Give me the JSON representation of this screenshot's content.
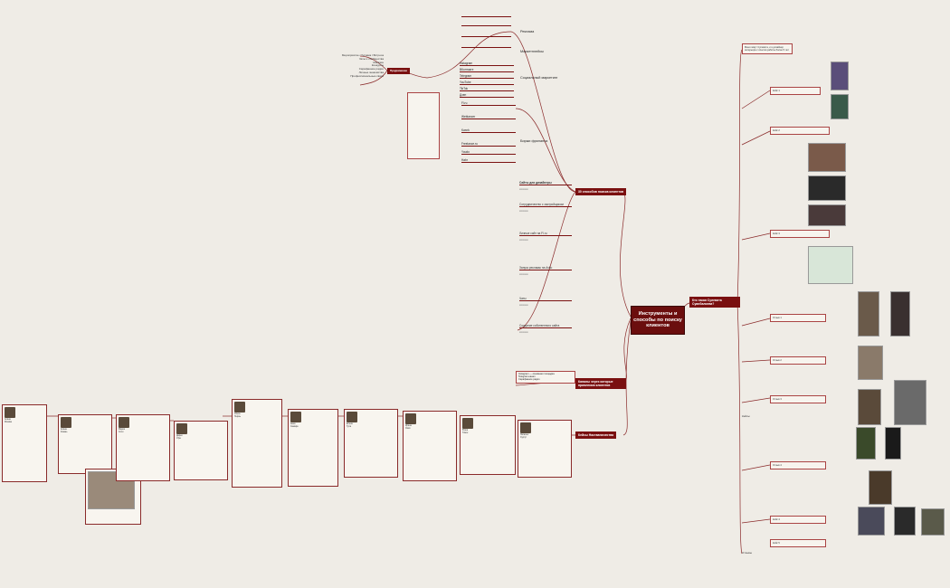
{
  "central": {
    "title": "Инструменты и способы по поиску клиентов"
  },
  "branches": {
    "ways": "30 способов поиска клиентов",
    "channels": "Каналы через которые привлекаю клиентов",
    "mentoring": "Кейсы Наставничества",
    "who": "Кто такая Сулевита Суанбалиева?",
    "right_label_top": "Кейсы",
    "right_label_bottom": "Отзывы"
  },
  "top_labels": {
    "ads": "Реклама",
    "marketplaces": "Маркетплейсы",
    "social": "Социальный маркетинг",
    "search": "Биржи фриланса"
  },
  "left_small": {
    "red": "Продвижение",
    "items": [
      "Мероприятие / Тусовка / Встреча",
      "Чаты и сообщества",
      "Магазин",
      "Конкурсы",
      "Сарафанное радио",
      "Личные знакомства",
      "Профессиональные связи"
    ]
  },
  "social_items": [
    "Instagram",
    "ВКонтакте",
    "Telegram",
    "YouTube",
    "TikTok",
    "Дзен"
  ],
  "freelance_items": [
    "Fl.ru",
    "Weblancer",
    "Kwork",
    "Freelance.ru",
    "Youdo",
    "Habr"
  ],
  "ways_texts": [
    "Сайты для дизайнеры",
    "Сотрудничество с застройщиком",
    "Личные сайт на Fl.ru",
    "Запуск рекламы на Avito",
    "Чаты",
    "Создание собственного сайта"
  ],
  "channels_items": [
    "Instagram — основная площадка",
    "Telegram-канал",
    "Сарафанное радио"
  ],
  "who_intro": "Меня зовут Сулевита, и я дизайнер интерьера с опытом работы более 5 лет",
  "cases": [
    "Кейс 1",
    "Кейс 2",
    "Кейс 3",
    "Кейс 4",
    "Кейс 5"
  ],
  "reviews": [
    "Отзыв 1",
    "Отзыв 2",
    "Отзыв 3",
    "Отзыв 4"
  ],
  "mentees": [
    {
      "name": "Алёна",
      "city": "Москва"
    },
    {
      "name": "Алина",
      "city": "Казань"
    },
    {
      "name": "Мария",
      "city": "Сочи"
    },
    {
      "name": "Дарья",
      "city": "Уфа"
    },
    {
      "name": "Ольга",
      "city": "Пермь"
    },
    {
      "name": "Анна",
      "city": "Самара"
    },
    {
      "name": "Елена",
      "city": "Тула"
    },
    {
      "name": "Ирина",
      "city": "Омск"
    },
    {
      "name": "Юлия",
      "city": "Томск"
    },
    {
      "name": "Наталья",
      "city": "Сургут"
    }
  ],
  "colors": {
    "accent": "#7a1010",
    "line": "#8a2a2a",
    "bg": "#efece6"
  }
}
